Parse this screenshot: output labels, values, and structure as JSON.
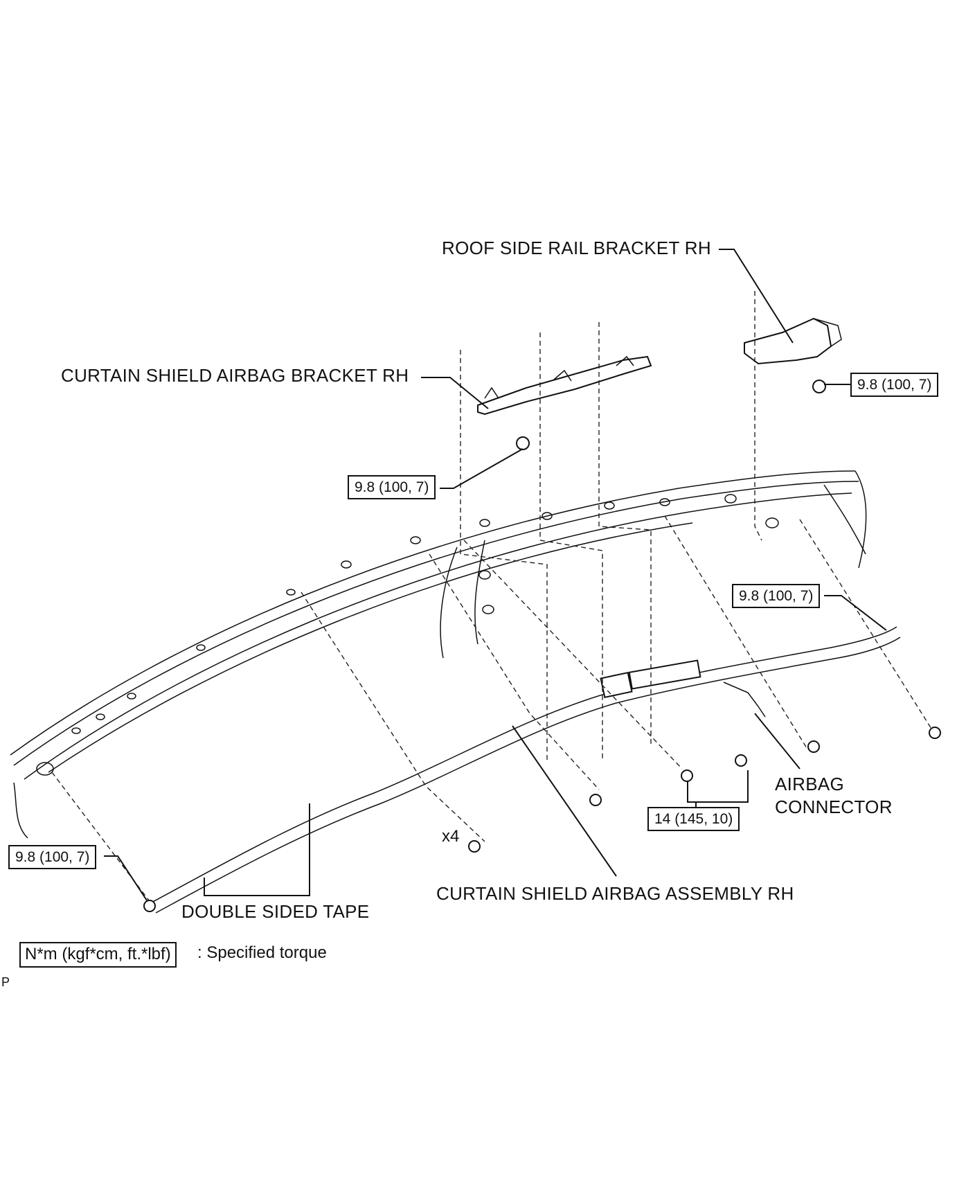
{
  "labels": {
    "roof_bracket": "ROOF SIDE RAIL BRACKET RH",
    "curtain_bracket": "CURTAIN SHIELD AIRBAG BRACKET RH",
    "airbag_connector_line1": "AIRBAG",
    "airbag_connector_line2": "CONNECTOR",
    "curtain_assembly": "CURTAIN SHIELD AIRBAG ASSEMBLY RH",
    "double_sided_tape": "DOUBLE SIDED TAPE",
    "quantity": "x4",
    "legend_note": ": Specified torque",
    "figure_code": "P"
  },
  "torque": {
    "roof_bracket": "9.8 (100, 7)",
    "curtain_bracket": "9.8 (100, 7)",
    "rear_end": "9.8 (100, 7)",
    "front_end": "9.8 (100, 7)",
    "inflator_bolts": "14 (145, 10)",
    "legend_unit": "N*m (kgf*cm, ft.*lbf)"
  }
}
